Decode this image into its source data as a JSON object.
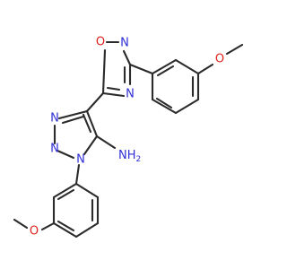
{
  "diagram": {
    "labels": {
      "ox_O": "O",
      "ox_N_top": "N",
      "ox_N_bottom": "N",
      "methoxy_top_O": "O",
      "tri_N_a": "N",
      "tri_N_b": "N",
      "tri_N_c": "N",
      "amine": "NH",
      "amine_sub": "2",
      "methoxy_bottom_O": "O"
    },
    "colors": {
      "bond": "#2b2b2b",
      "nitrogen": "#2f2fd6",
      "oxygen": "#e0231b"
    }
  }
}
